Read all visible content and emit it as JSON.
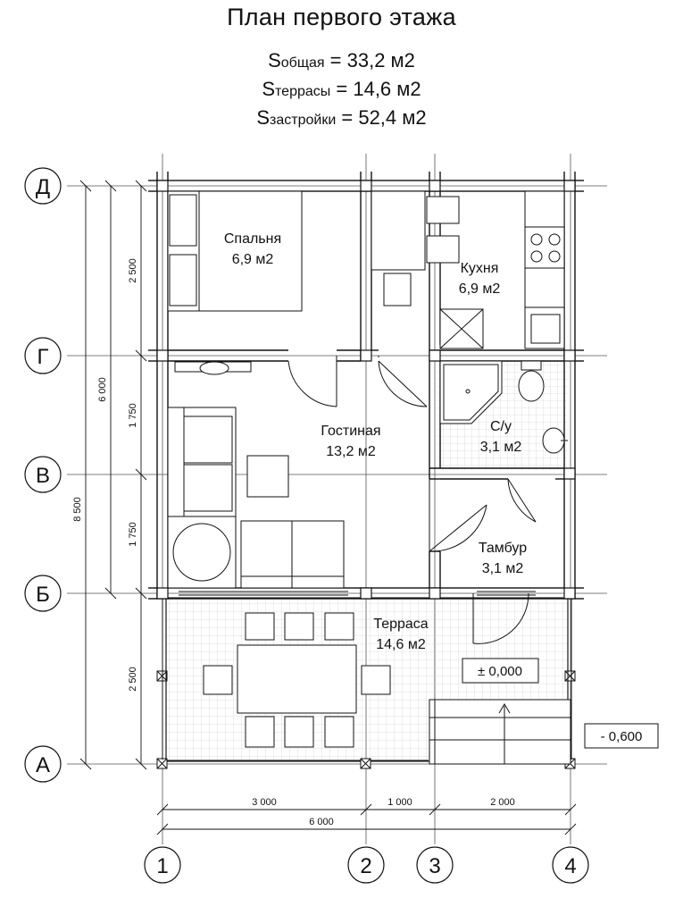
{
  "title": "План первого этажа",
  "areas": [
    {
      "s": "S",
      "sub": "общая",
      "value": " = 33,2 м2"
    },
    {
      "s": "S",
      "sub": "террасы",
      "value": " = 14,6 м2"
    },
    {
      "s": "S",
      "sub": "застройки",
      "value": " = 52,4 м2"
    }
  ],
  "rooms": {
    "bedroom": {
      "name": "Спальня",
      "area": "6,9 м2"
    },
    "kitchen": {
      "name": "Кухня",
      "area": "6,9 м2"
    },
    "living": {
      "name": "Гостиная",
      "area": "13,2 м2"
    },
    "bathroom": {
      "name": "С/у",
      "area": "3,1 м2"
    },
    "vestibule": {
      "name": "Тамбур",
      "area": "3,1 м2"
    },
    "terrace": {
      "name": "Терраса",
      "area": "14,6 м2"
    }
  },
  "levels": {
    "floor": "± 0,000",
    "ground": "- 0,600"
  },
  "axes_rows": [
    "Д",
    "Г",
    "В",
    "Б",
    "А"
  ],
  "axes_cols": [
    "1",
    "2",
    "3",
    "4"
  ],
  "dims_vertical": {
    "seg_dg": "2 500",
    "seg_gv": "1 750",
    "seg_vb": "1 750",
    "seg_ba": "2 500",
    "total_house": "6 000",
    "total": "8 500"
  },
  "dims_horizontal": {
    "seg_12": "3 000",
    "seg_23": "1 000",
    "seg_34": "2 000",
    "total": "6 000"
  }
}
